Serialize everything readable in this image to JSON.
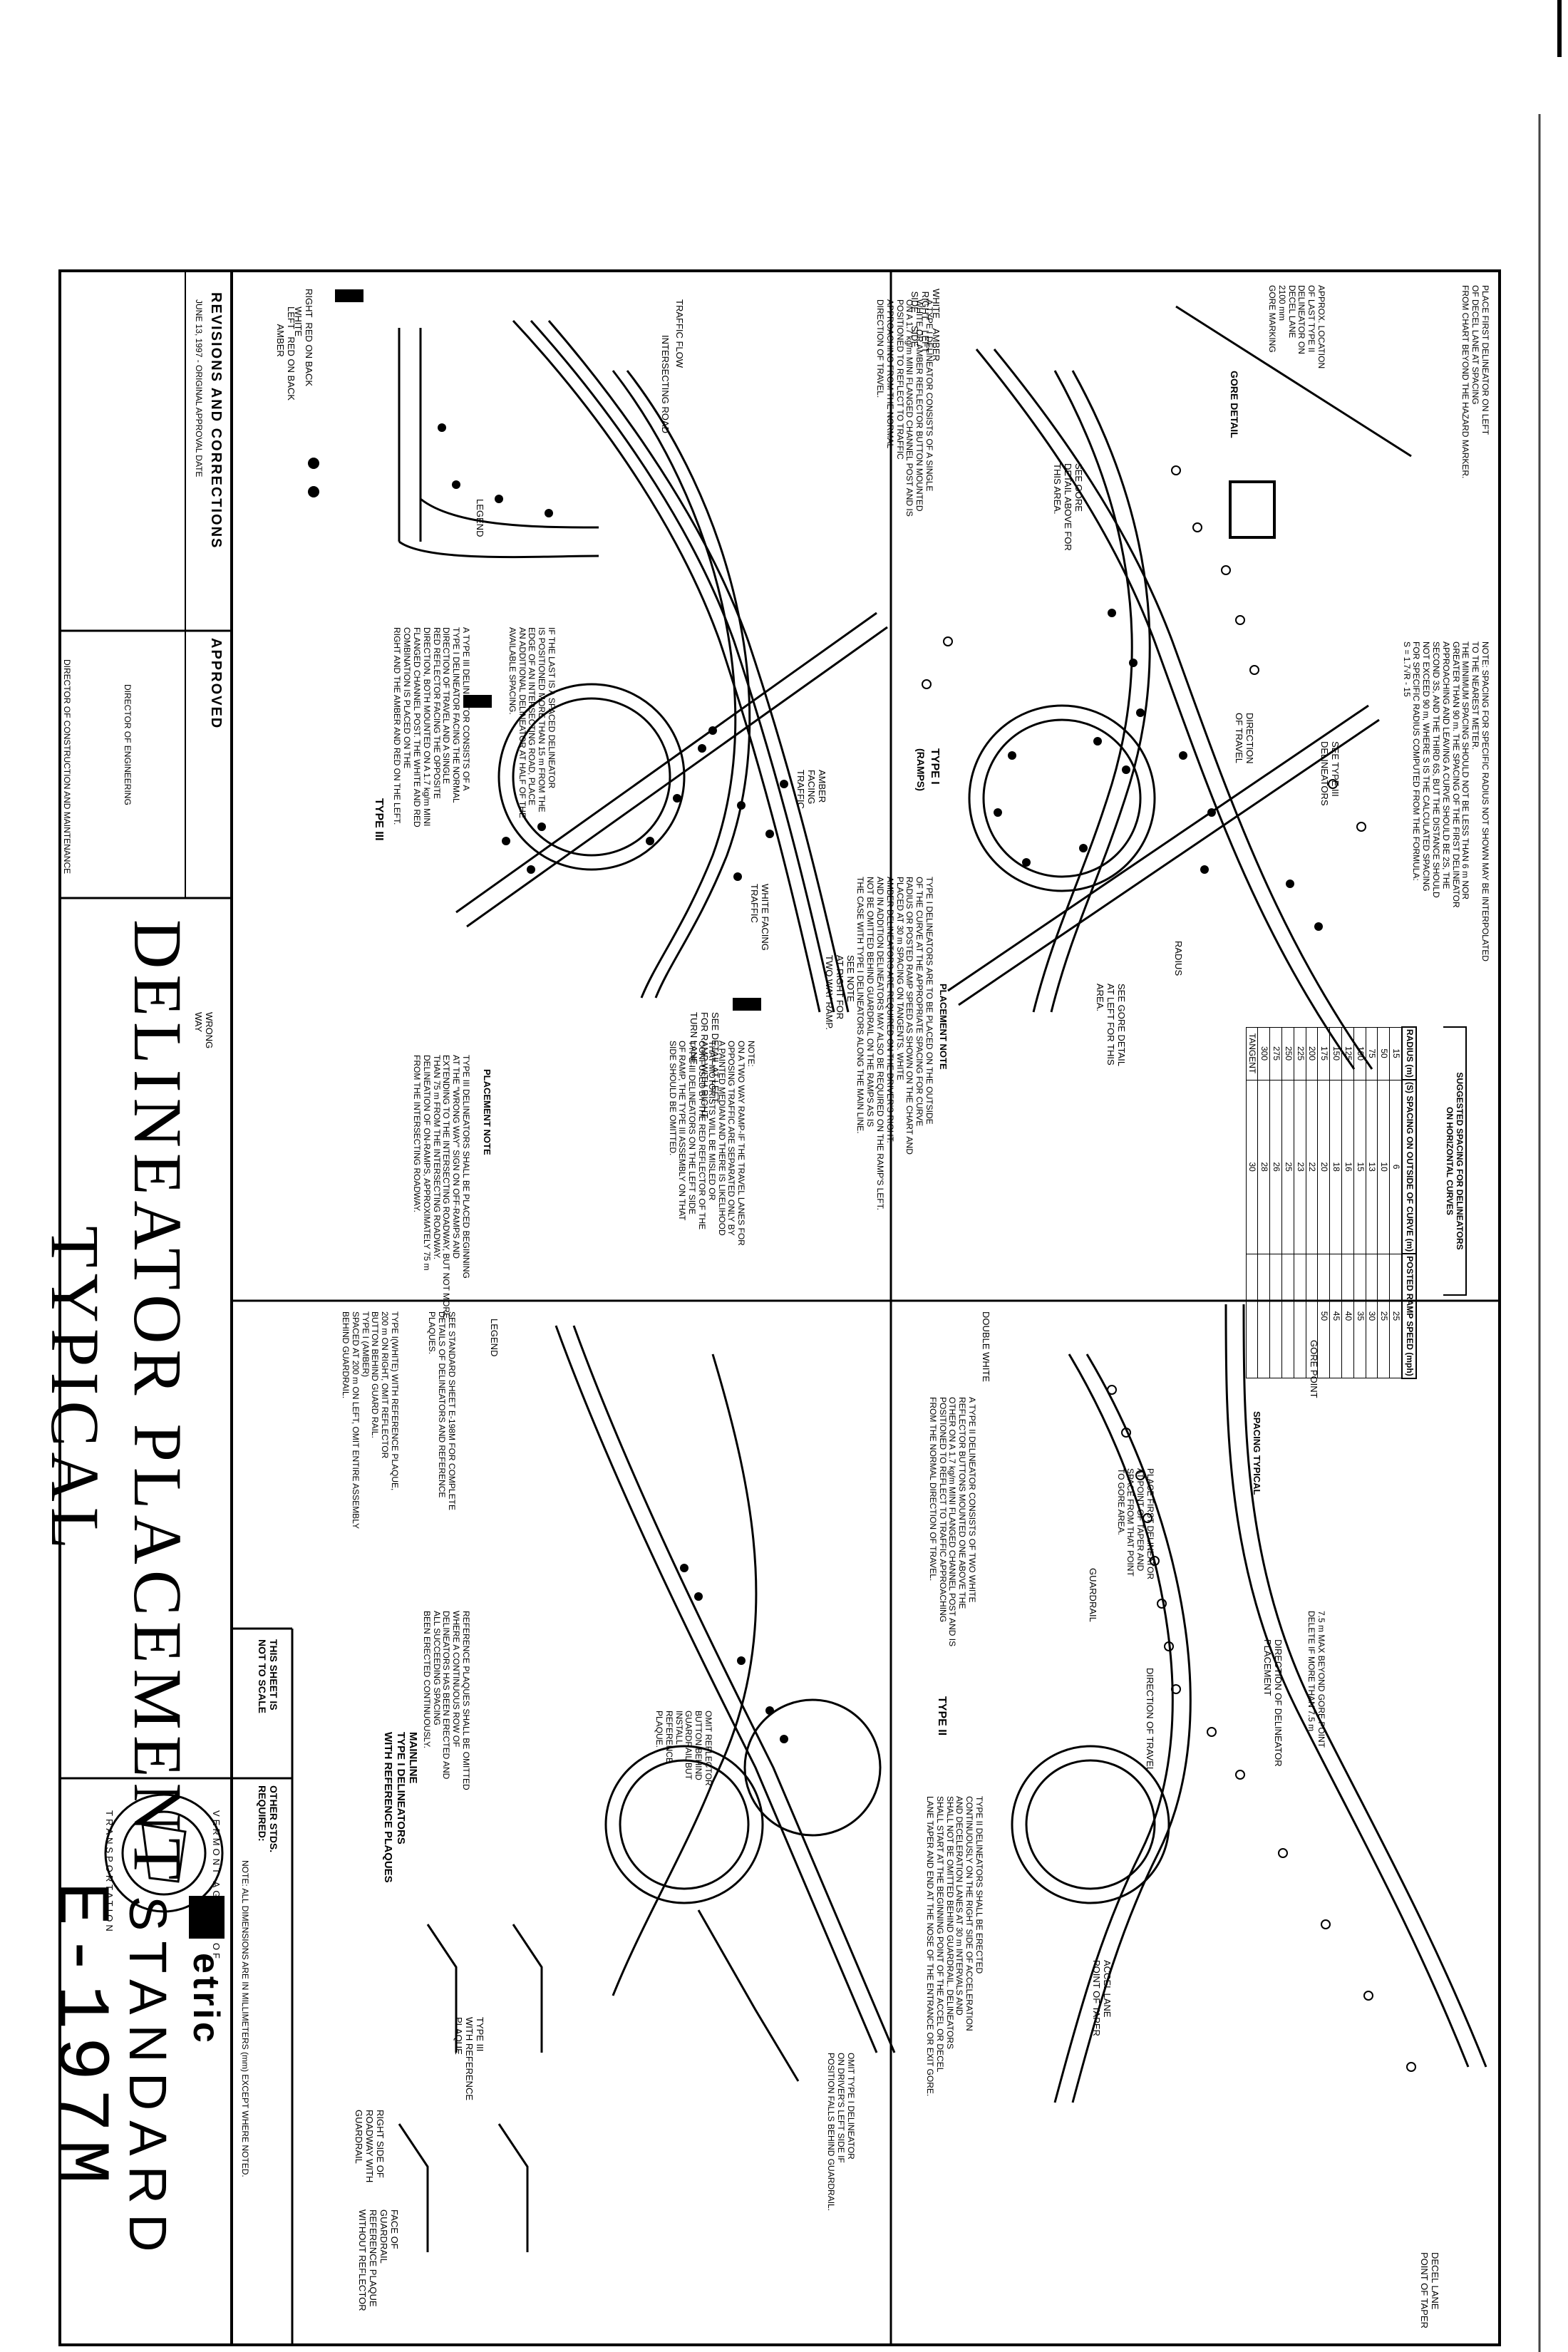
{
  "titleBlock": {
    "revisionsHeading": "REVISIONS AND CORRECTIONS",
    "revisionEntry": "JUNE 13, 1997 - ORIGINAL APPROVAL DATE",
    "approvedHeading": "APPROVED",
    "directorEngineering": "DIRECTOR OF ENGINEERING",
    "directorConstruction": "DIRECTOR OF CONSTRUCTION AND MAINTENANCE",
    "titleLine1": "DELINEATOR PLACEMENT",
    "titleLine2": "TYPICAL",
    "notToScale": "THIS SHEET IS\nNOT TO SCALE",
    "otherStds": "OTHER STDS.\nREQUIRED:",
    "dimensionsNote": "NOTE: ALL DIMENSIONS ARE IN MILLIMETERS (mm) EXCEPT WHERE NOTED.",
    "sealTop": "VERMONT AGENCY OF",
    "sealBottom": "TRANSPORTATION",
    "metric": "etric",
    "standard": "STANDARD",
    "standardNumber": "E-197M"
  },
  "typeIII": {
    "heading": "TYPE III",
    "legendHeading": "LEGEND",
    "legendText": "A TYPE III DELINEATOR CONSISTS OF A\nTYPE I DELINEATOR FACING THE NORMAL\nDIRECTION OF TRAVEL AND A SINGLE\nRED REFLECTOR FACING THE OPPOSITE\nDIRECTION, BOTH MOUNTED ON A 1.7 kg/m MINI\nFLANGED CHANNEL POST. THE WHITE AND RED\nCOMBINATION IS PLACED ON THE\nRIGHT AND THE AMBER AND RED ON THE LEFT.",
    "rightRed": "RIGHT  RED ON BACK\n       WHITE",
    "redOnBack": "LEFT   RED ON BACK\n       AMBER",
    "wrongWay": "WRONG\nWAY",
    "spacedNote": "IF THE LAST IS A SPACED DELINEATOR\nIS POSITIONED MORE THAN 15 m FROM THE\nEDGE OF AN INTERSECTING ROAD, PLACE\nAN ADDITIONAL DELINEATOR AT HALF OF THE\nAVAILABLE SPACING.",
    "intersectingRoad": "INTERSECTING ROAD",
    "trafficFlow": "TRAFFIC FLOW",
    "amberFacing": "AMBER\nFACING\nTRAFFIC",
    "whiteFacing": "WHITE FACING\nTRAFFIC",
    "seeNote": "SEE NOTE\nAT RIGHT FOR\nTWO WAY RAMP.",
    "seeDetail": "SEE DETAIL AT LEFT\nFOR RAMP WITH RIGHT\nTURN LANE.",
    "placementHeading": "PLACEMENT NOTE",
    "placementNote": "TYPE III DELINEATORS SHALL BE PLACED BEGINNING\nAT THE \"WRONG WAY\" SIGN ON OFF-RAMPS AND\nEXTENDING TO THE INTERSECTING ROADWAY, BUT NOT MORE\nTHAN 75 m FROM THE INTERSECTING ROADWAY.\nDELINEATION OF ON-RAMPS, APPROXIMATELY 75 m\nFROM THE INTERSECTING ROADWAY.",
    "twoWayNote": "NOTE:\nON A TWO WAY RAMP-IF THE TRAVEL LANES FOR\nOPPOSING TRAFFIC ARE SEPARATED ONLY BY\nA PAINTED MEDIAN AND THERE IS LIKELIHOOD\nTHAT MOTORISTS WILL BE MISLED OR\nCONFUSED BY THE RED REFLECTOR OF THE\nTYPE III DELINEATORS ON THE LEFT SIDE\nOF RAMP, THE TYPE III ASSEMBLY ON THAT\nSIDE SHOULD BE OMITTED."
  },
  "typeI": {
    "spacingNote": "NOTE: SPACING FOR SPECIFIC RADIUS NOT SHOWN MAY BE INTERPOLATED\nTO THE NEAREST METER.\nTHE MINIMUM SPACING SHOULD NOT BE LESS THAN 6 m NOR\nGREATER THAN 90 m. THE SPACING OF THE FIRST DELINEATOR\nAPPROACHING AND LEAVING A CURVE SHOULD BE 2S, THE\nSECOND 3S, AND THE THIRD 6S, BUT THE DISTANCE SHOULD\nNOT EXCEED 90 m, WHERE S IS THE CALCULATED SPACING\nFOR SPECIFIC RADIUS COMPUTED FROM THE FORMULA:\nS = 1.7√R - 15",
    "placeFirst": "PLACE FIRST DELINEATOR ON LEFT\nOF DECEL LANE AT SPACING\nFROM CHART BEYOND THE HAZARD MARKER.",
    "goreDetail": "GORE DETAIL",
    "approxLocation": "APPROX. LOCATION\nOF LAST TYPE II\nDELINEATOR ON\nDECEL LANE\n2100 mm\nGORE MARKING",
    "heading": "TYPE I",
    "subheading": "(RAMPS)",
    "legendText": "A TYPE I DELINEATOR CONSISTS OF A SINGLE\nWHITE OR AMBER REFLECTOR BUTTON MOUNTED\nON A 1.7 kg/m MINI FLANGED CHANNEL POST AND IS\nPOSITIONED TO REFLECT TO TRAFFIC\nAPPROACHING FROM THE NORMAL\nDIRECTION OF TRAVEL.",
    "white": "WHITE    AMBER\n RIGHT    LEFT\n SIDE     SIDE",
    "seeGore": "SEE GORE\nDETAIL ABOVE FOR\nTHIS AREA.",
    "radius": "RADIUS",
    "directionTravel": "DIRECTION\nOF TRAVEL",
    "seeTypeIII": "SEE TYPE III\nDELINEATORS",
    "placementHeading": "PLACEMENT NOTE",
    "placementNote": "TYPE I DELINEATORS ARE TO BE PLACED ON THE OUTSIDE\nOF THE CURVE AT THE APPROPRIATE SPACING FOR CURVE\nRADIUS OR POSTED RAMP SPEED AS SHOWN ON THE CHART AND\nPLACED AT 30 m SPACING ON TANGENTS. WHITE\nAMBER DELINEATORS ARE REQUIRED ON THE DRIVER'S RIGHT.\nAND IN ADDITION DELINEATORS MAY ALSO BE REQUIRED ON THE RAMP'S LEFT.\nNOT BE OMITTED BEHIND GUARDRAIL ON THE RAMPS AS IS\nTHE CASE WITH TYPE I DELINEATORS ALONG THE MAIN LINE.",
    "seeGoreDetail": "SEE GORE DETAIL\nAT LEFT FOR THIS\nAREA."
  },
  "spacingTable": {
    "title": "SUGGESTED SPACING FOR DELINEATORS\nON HORIZONTAL CURVES",
    "headers": [
      "RADIUS (m)",
      "(S) SPACING ON OUTSIDE OF CURVE (m)",
      "POSTED RAMP SPEED (mph)"
    ],
    "rows": [
      [
        "15",
        "6",
        "25"
      ],
      [
        "50",
        "10",
        "25"
      ],
      [
        "75",
        "13",
        "30"
      ],
      [
        "100",
        "15",
        "35"
      ],
      [
        "125",
        "16",
        "40"
      ],
      [
        "150",
        "18",
        "45"
      ],
      [
        "175",
        "20",
        "50"
      ],
      [
        "200",
        "22",
        ""
      ],
      [
        "225",
        "23",
        ""
      ],
      [
        "250",
        "25",
        ""
      ],
      [
        "275",
        "26",
        ""
      ],
      [
        "300",
        "28",
        ""
      ],
      [
        "TANGENT",
        "30",
        ""
      ]
    ]
  },
  "typeII": {
    "heading": "TYPE II",
    "gorePoint": "GORE POINT",
    "spacingTypical": "SPACING TYPICAL",
    "placeFirst": "PLACE FIRST DELINEATOR\nAT POINT OF TAPER AND\nSPACE FROM THAT POINT\nTO GORE AREA.",
    "maxBeyond": "7.5 m MAX BEYOND GORE POINT\nDELETE IF MORE THAN 7.5 m",
    "directionDelineator": "DIRECTION OF DELINEATOR\nPLACEMENT",
    "directionTravel": "DIRECTION OF TRAVEL",
    "guardrail": "GUARDRAIL",
    "doubleWhite": "DOUBLE WHITE",
    "legendText": "A TYPE II DELINEATOR CONSISTS OF TWO WHITE\nREFLECTOR BUTTONS MOUNTED ONE ABOVE THE\nOTHER ON A 1.7 kg/m MINI FLANGED CHANNEL POST AND IS\nPOSITIONED TO REFLECT TO TRAFFIC APPROACHING\nFROM THE NORMAL DIRECTION OF TRAVEL.",
    "placementNote": "TYPE II DELINEATORS SHALL BE ERECTED\nCONTINUOUSLY ON THE RIGHT SIDE OF ACCELERATION\nAND DECELERATION LANES AT 30 m INTERVALS AND\nSHALL NOT BE OMITTED BEHIND GUARDRAIL. DELINEATORS\nSHALL START AT THE BEGINNING POINT OF THE ACCEL OR DECEL\nLANE TAPER AND END AT THE NOSE OF THE ENTRANCE OR EXIT GORE.",
    "accelLane": "ACCEL LANE\nPOINT OF TAPER",
    "decelLane": "DECEL LANE\nPOINT OF TAPER"
  },
  "mainline": {
    "heading": "MAINLINE\nTYPE I DELINEATORS\nWITH REFERENCE PLAQUES",
    "referenceNote": "REFERENCE PLAQUES SHALL BE OMITTED\nWHERE A CONTINUOUS ROW OF\nDELINEATORS HAS BEEN ERECTED AND\nALL SUCCEEDING SPACING\nBEEN ERECTED CONTINUOUSLY.",
    "legendHeading": "LEGEND",
    "seeStandard": "SEE STANDARD SHEET E-198M FOR COMPLETE\nDETAILS OF DELINEATORS AND REFERENCE\nPLAQUES.",
    "legendItems": "TYPE I(WHITE) WITH REFERENCE PLAQUE,\n200 m ON RIGHT, OMIT REFLECTOR\nBUTTON BEHIND GUARD RAIL.\nTYPE I (AMBER)\nSPACED AT 200 m ON LEFT, OMIT ENTIRE ASSEMBLY\nBEHIND GUARDRAIL.",
    "omitReflector": "OMIT REFLECTOR\nBUTTON BEHIND\nGUARDRAIL BUT\nINSTALL\nREFERENCE\nPLAQUE.",
    "omitTypeI": "OMIT TYPE I DELINEATOR\nON DRIVER'S LEFT SIDE IF\nPOSITION FALLS BEHIND GUARDRAIL.",
    "typeIIIRef": "TYPE III\nWITH REFERENCE\nPLAQUE",
    "faceGuardrail": "FACE OF\nGUARDRAIL\nREFERENCE PLAQUE\nWITHOUT REFLECTOR",
    "rightSide": "RIGHT SIDE OF\nROADWAY WITH\nGUARDRAIL"
  }
}
